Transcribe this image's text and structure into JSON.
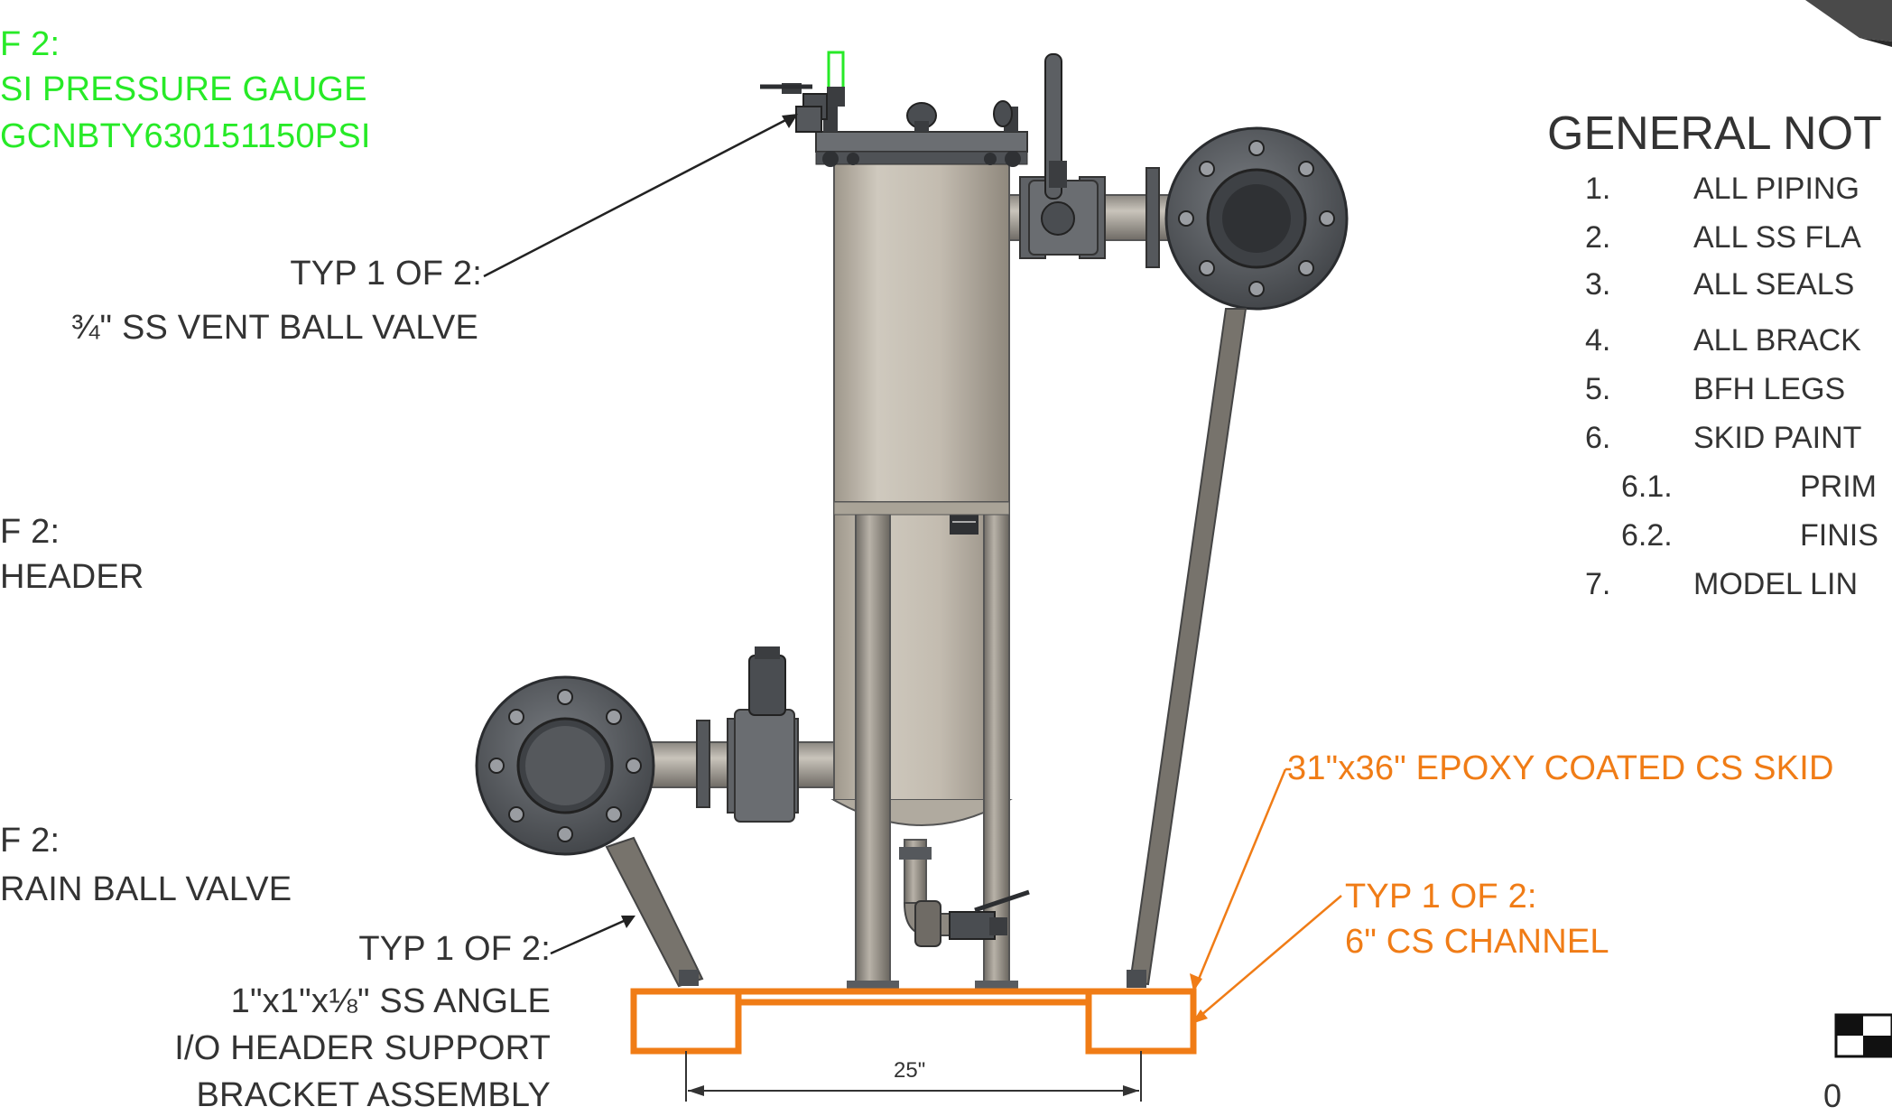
{
  "callouts": {
    "gauge": {
      "line1": "F 2:",
      "line2": "SI PRESSURE GAUGE",
      "line3": "GCNBTY630151150PSI"
    },
    "vent": {
      "line1": "TYP 1 OF 2:",
      "line2": "¾\" SS VENT BALL VALVE"
    },
    "header": {
      "line1": "F 2:",
      "line2": " HEADER"
    },
    "drain": {
      "line1": "F 2:",
      "line2": "RAIN BALL VALVE"
    },
    "angle": {
      "line1": "TYP 1 OF 2:",
      "line2": "1\"x1\"x⅛\" SS ANGLE",
      "line3": "I/O HEADER SUPPORT",
      "line4": "BRACKET ASSEMBLY"
    },
    "skid": {
      "line1": "31\"x36\" EPOXY COATED CS SKID"
    },
    "channel": {
      "line1": "TYP 1 OF 2:",
      "line2": "6\" CS CHANNEL"
    }
  },
  "dimension": {
    "label": "25\""
  },
  "general_notes": {
    "title": "GENERAL NOT",
    "items": [
      {
        "num": "1.",
        "text": "ALL PIPING"
      },
      {
        "num": "2.",
        "text": "ALL SS FLA"
      },
      {
        "num": "3.",
        "text": "ALL SEALS"
      },
      {
        "num": "4.",
        "text": "ALL BRACK"
      },
      {
        "num": "5.",
        "text": "BFH LEGS"
      },
      {
        "num": "6.",
        "text": "SKID PAINT"
      },
      {
        "num": "6.1.",
        "text": "PRIM"
      },
      {
        "num": "6.2.",
        "text": "FINIS"
      },
      {
        "num": "7.",
        "text": "MODEL LIN"
      }
    ]
  },
  "scale_bar": {
    "zero_label": "0"
  },
  "colors": {
    "leader_black": "#222222",
    "leader_orange": "#f07c16",
    "callout_green": "#27ea27",
    "steel": "#bdb6aa",
    "fitting": "#5a5d60"
  }
}
